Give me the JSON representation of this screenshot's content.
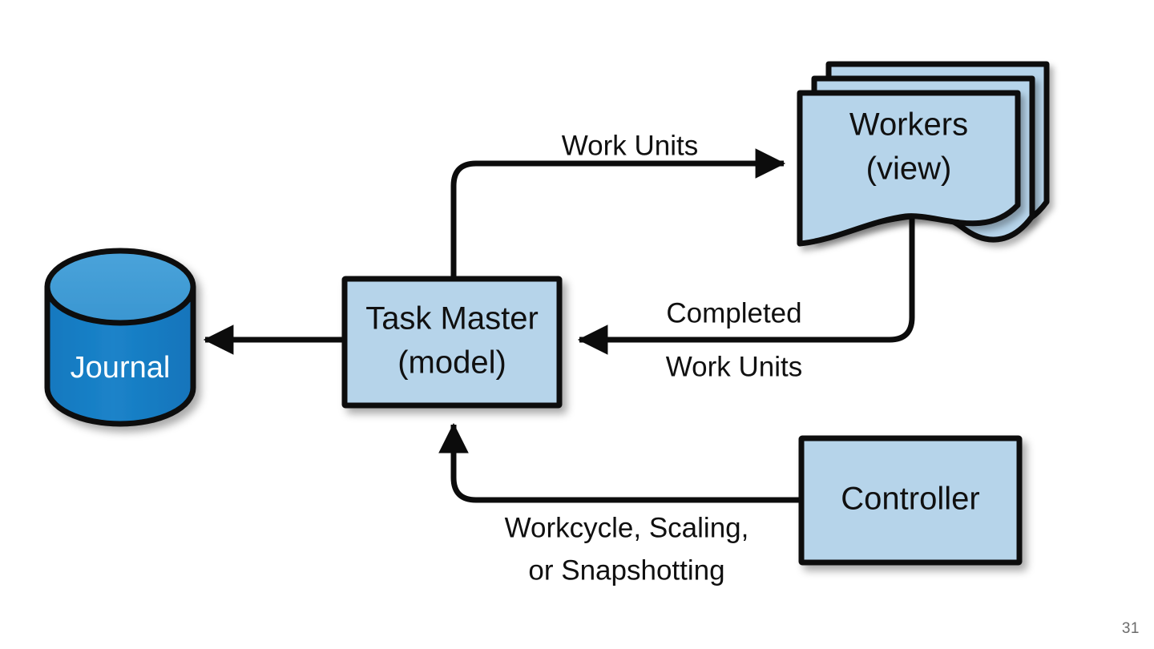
{
  "slide": {
    "page_number": "31",
    "background_color": "#ffffff"
  },
  "palette": {
    "box_fill": "#b6d4ea",
    "box_stroke": "#0c0c0c",
    "cylinder_body": "#1b7fc4",
    "cylinder_top": "#3e9bd5",
    "cylinder_stroke": "#0c0c0c",
    "text_dark": "#101010",
    "text_light": "#ffffff",
    "connector": "#0c0c0c",
    "page_number_color": "#6b6b6b"
  },
  "nodes": [
    {
      "id": "journal",
      "shape": "cylinder",
      "label": "Journal",
      "label_color": "#ffffff"
    },
    {
      "id": "task-master",
      "shape": "rectangle",
      "label_line1": "Task Master",
      "label_line2": "(model)"
    },
    {
      "id": "workers",
      "shape": "document-stack",
      "stack_count": 3,
      "label_line1": "Workers",
      "label_line2": "(view)"
    },
    {
      "id": "controller",
      "shape": "rectangle",
      "label": "Controller"
    }
  ],
  "edges": [
    {
      "id": "work-units",
      "from": "task-master",
      "to": "workers",
      "label": "Work Units",
      "arrowhead": "end"
    },
    {
      "id": "completed-work-units",
      "from": "workers",
      "to": "task-master",
      "label_line1": "Completed",
      "label_line2": "Work Units",
      "arrowhead": "end"
    },
    {
      "id": "journal-write",
      "from": "task-master",
      "to": "journal",
      "label": "",
      "arrowhead": "end"
    },
    {
      "id": "controller-commands",
      "from": "controller",
      "to": "task-master",
      "label_line1": "Workcycle, Scaling,",
      "label_line2": "or Snapshotting",
      "arrowhead": "end"
    }
  ]
}
